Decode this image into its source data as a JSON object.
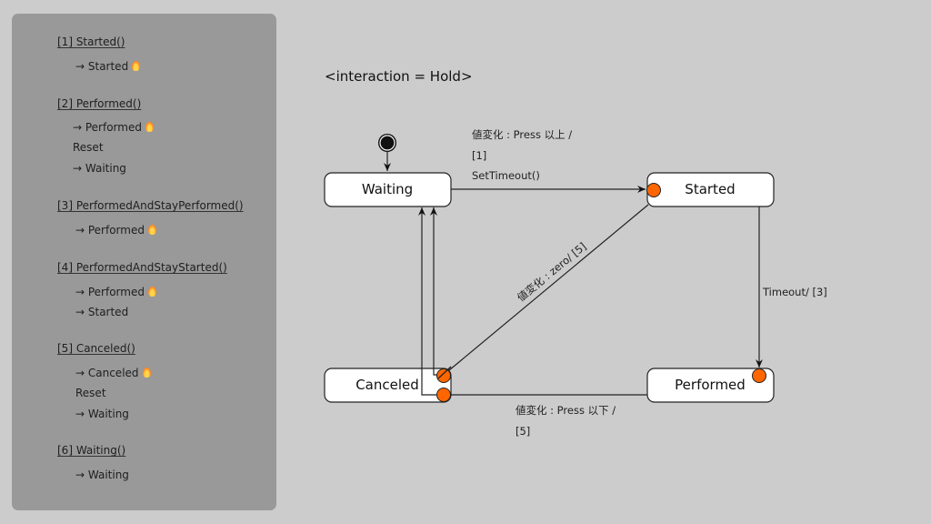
{
  "panel": {
    "sections": [
      {
        "header": "[1] Started()",
        "lines": [
          {
            "text": "→ Started",
            "fire": true
          }
        ]
      },
      {
        "header": "[2] Performed()",
        "lines": [
          {
            "text": "→ Performed",
            "fire": true
          },
          {
            "text": "Reset",
            "fire": false
          },
          {
            "text": "→ Waiting",
            "fire": false
          }
        ]
      },
      {
        "header": "[3] PerformedAndStayPerformed()",
        "lines": [
          {
            "text": "→ Performed",
            "fire": true
          }
        ]
      },
      {
        "header": "[4] PerformedAndStayStarted()",
        "lines": [
          {
            "text": "→ Performed",
            "fire": true
          },
          {
            "text": "→ Started",
            "fire": false
          }
        ]
      },
      {
        "header": "[5] Canceled()",
        "lines": [
          {
            "text": "→ Canceled",
            "fire": true
          },
          {
            "text": "Reset",
            "fire": false
          },
          {
            "text": "→ Waiting",
            "fire": false
          }
        ]
      },
      {
        "header": "[6] Waiting()",
        "lines": [
          {
            "text": "→ Waiting",
            "fire": false
          }
        ]
      }
    ],
    "fire_icon": "fire-emoji"
  },
  "diagram": {
    "title": "<interaction = Hold>",
    "states": {
      "waiting": "Waiting",
      "started": "Started",
      "performed": "Performed",
      "canceled": "Canceled"
    },
    "transitions": {
      "waiting_to_started": [
        "値変化 : Press 以上 /",
        "[1]",
        "SetTimeout()"
      ],
      "started_to_performed": "Timeout/ [3]",
      "started_to_canceled": "値変化 : zero/ [5]",
      "performed_to_canceled": [
        "値変化 : Press 以下 /",
        "[5]"
      ]
    },
    "colors": {
      "event_dot": "#ff6600",
      "state_fill": "#ffffff",
      "panel_bg": "#999999",
      "canvas_bg": "#cccccc"
    }
  }
}
